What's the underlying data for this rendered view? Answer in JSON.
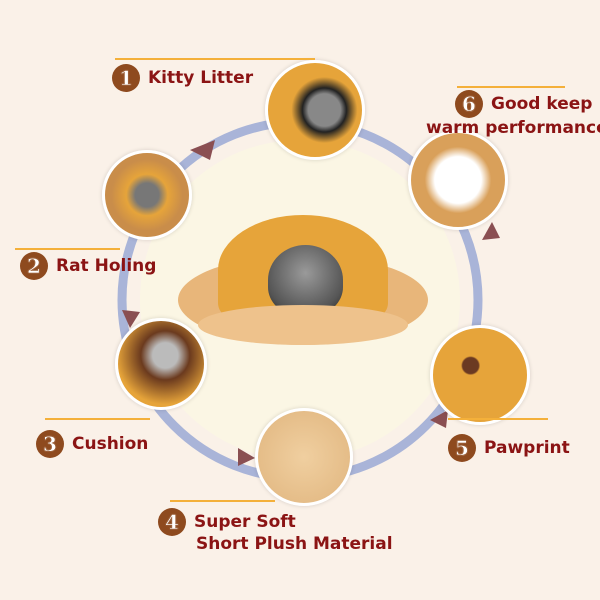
{
  "features": [
    {
      "number": "1",
      "title": "Kitty Litter"
    },
    {
      "number": "2",
      "title": "Rat Holing"
    },
    {
      "number": "3",
      "title": "Cushion"
    },
    {
      "number": "4",
      "title": "Super Soft",
      "subtitle": "Short Plush Material"
    },
    {
      "number": "5",
      "title": "Pawprint"
    },
    {
      "number": "6",
      "title": "Good keep",
      "subtitle": "warm performance"
    }
  ],
  "colors": {
    "background": "#faf1e8",
    "text": "#8b1414",
    "badge": "#8e4a1e",
    "accent_line": "#f4b03a",
    "arc": "#a9b4d8",
    "arrow": "#8a4f52"
  }
}
